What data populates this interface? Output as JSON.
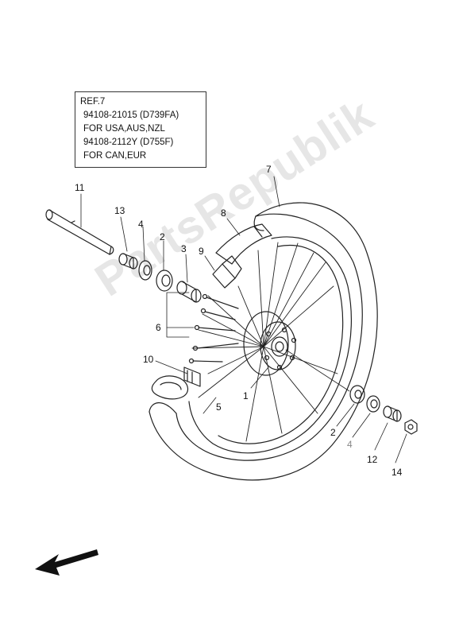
{
  "ref_box": {
    "lines": [
      "REF.7",
      "94108-21015 (D739FA)",
      "FOR USA,AUS,NZL",
      "94108-2112Y (D755F)",
      "FOR CAN,EUR"
    ]
  },
  "callouts": {
    "c7": "7",
    "c8": "8",
    "c9": "9",
    "c11": "11",
    "c13": "13",
    "c4a": "4",
    "c2a": "2",
    "c3": "3",
    "c6": "6",
    "c10": "10",
    "c1": "1",
    "c5": "5",
    "c2b": "2",
    "c4b": "4",
    "c12": "12",
    "c14": "14"
  },
  "watermark": "PartsRepublik",
  "colors": {
    "line": "#222222",
    "callout_grey": "#888888",
    "watermark": "#e6e6e6"
  },
  "icons": {
    "direction_arrow": "arrow-left-down-icon"
  }
}
